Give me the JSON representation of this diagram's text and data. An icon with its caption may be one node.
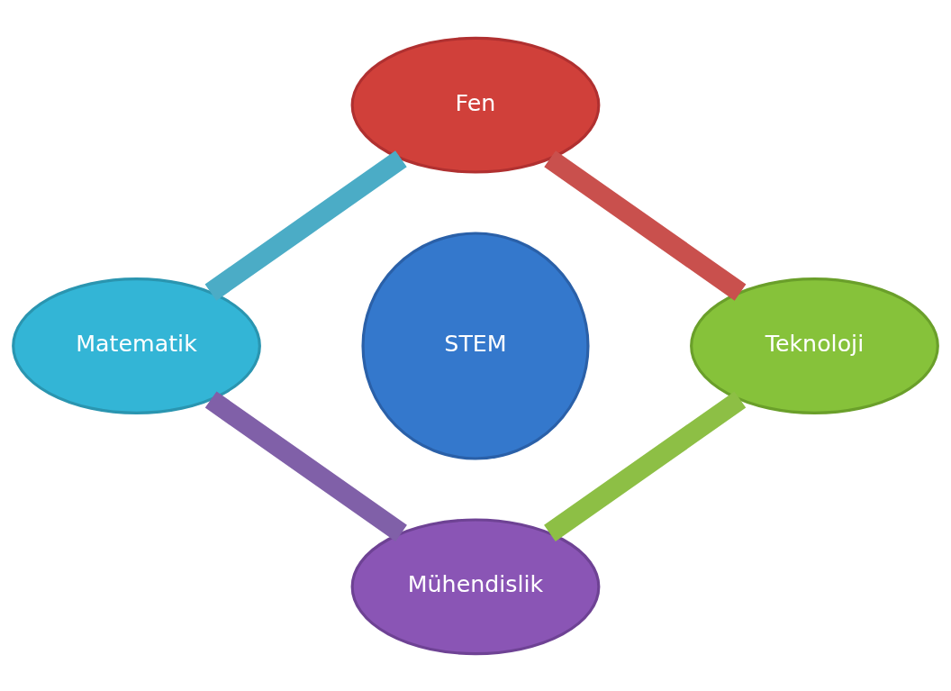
{
  "diagram": {
    "nodes": [
      {
        "text": [
          "Fen"
        ]
      },
      {
        "text": [
          "Matematik"
        ]
      },
      {
        "text": [
          "STEM"
        ]
      },
      {
        "text": [
          "Teknoloji"
        ]
      },
      {
        "text": [
          "Mühendislik"
        ]
      }
    ],
    "edges": [
      {
        "from": 0,
        "to": 3,
        "arrow": "none",
        "color": "#c9504d"
      },
      {
        "from": 3,
        "to": 4,
        "arrow": "none",
        "color": "#8dbf45"
      },
      {
        "from": 4,
        "to": 1,
        "arrow": "none",
        "color": "#8060a8"
      },
      {
        "from": 1,
        "to": 0,
        "arrow": "none",
        "color": "#4bacc6"
      }
    ]
  }
}
